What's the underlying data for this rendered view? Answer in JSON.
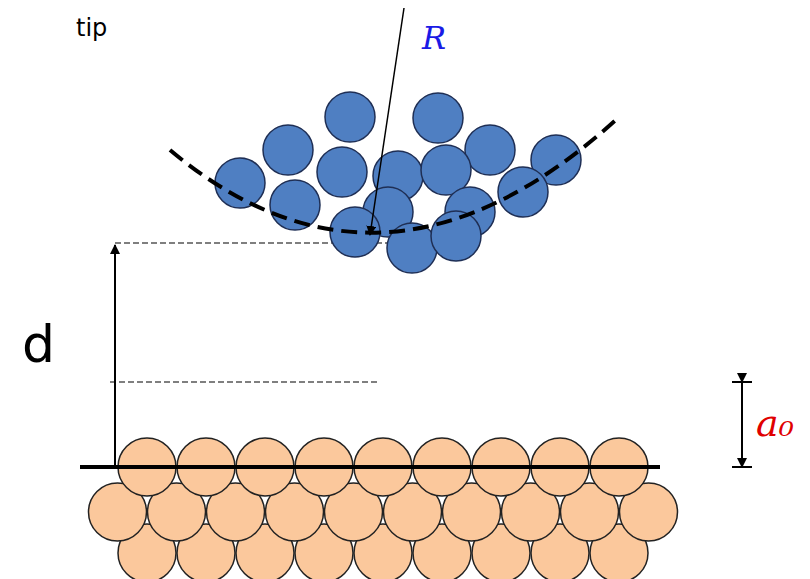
{
  "diagram": {
    "labels": [
      "tip",
      "R",
      "d",
      "a₀"
    ]
  }
}
